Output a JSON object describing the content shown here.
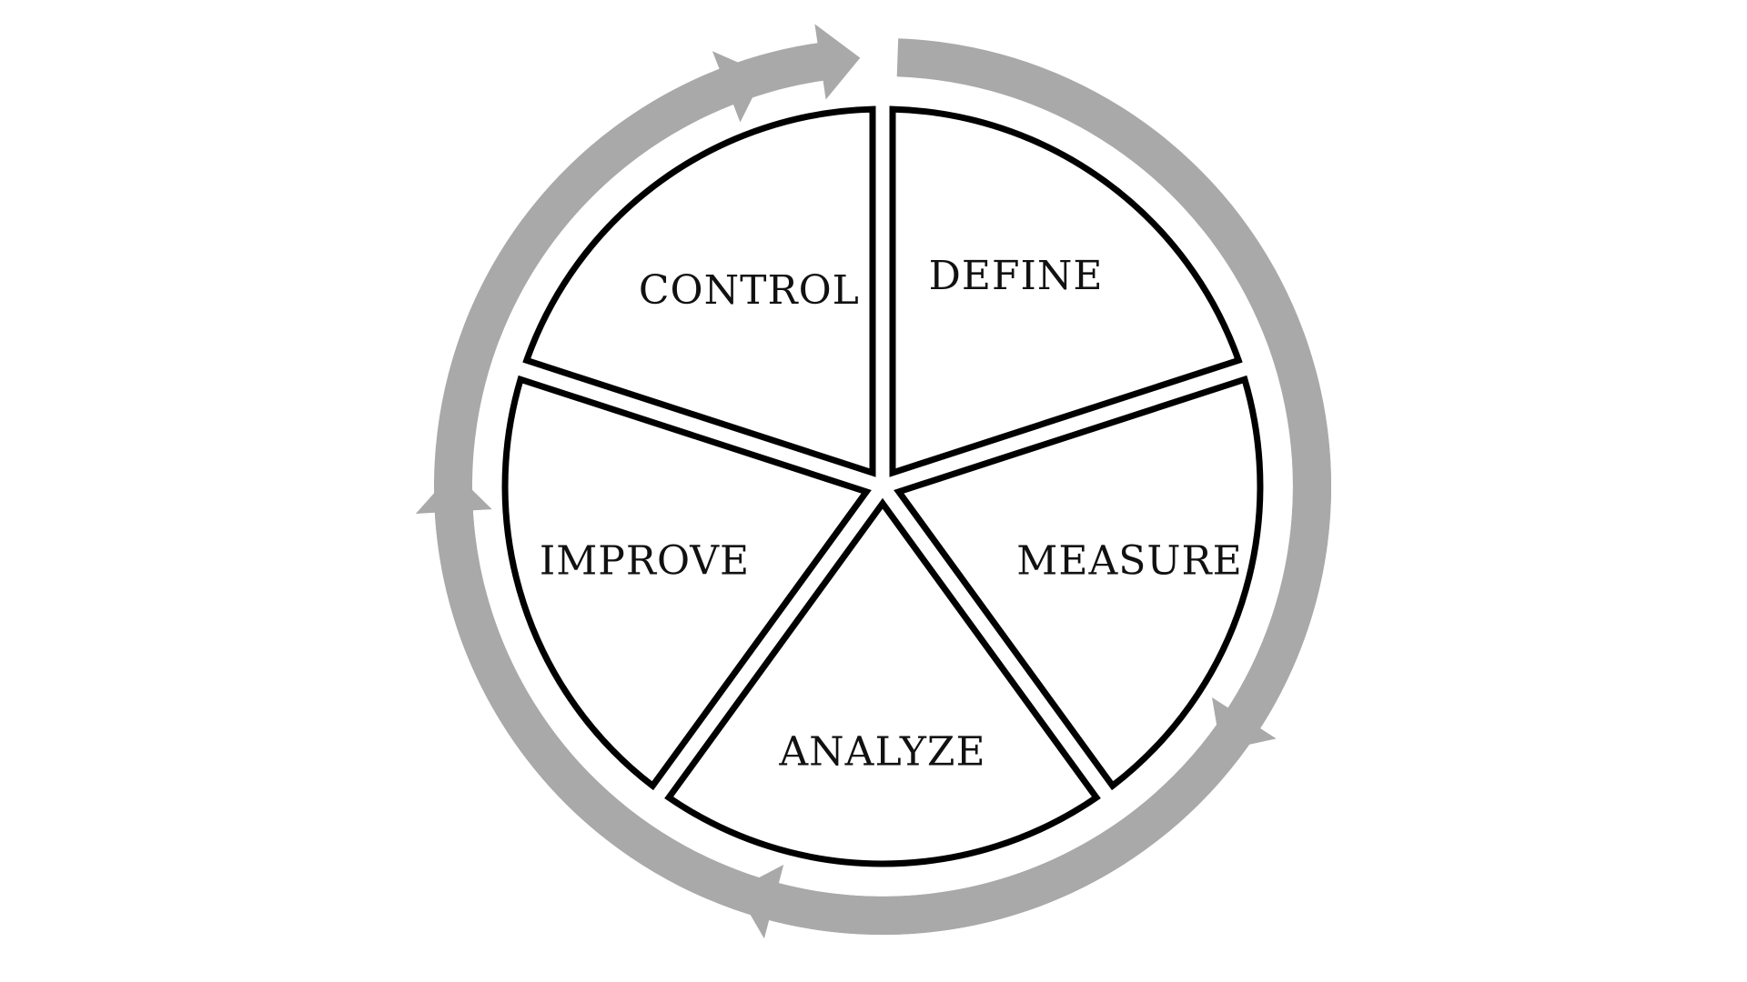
{
  "diagram": {
    "type": "cycle",
    "colors": {
      "arrow": "#a9a9a9",
      "segment_fill": "#ffffff",
      "segment_stroke": "#000000",
      "text": "#111111"
    },
    "segments": [
      {
        "id": "define",
        "label": "DEFINE"
      },
      {
        "id": "measure",
        "label": "MEASURE"
      },
      {
        "id": "analyze",
        "label": "ANALYZE"
      },
      {
        "id": "improve",
        "label": "IMPROVE"
      },
      {
        "id": "control",
        "label": "CONTROL"
      }
    ],
    "flow": [
      "DEFINE",
      "MEASURE",
      "ANALYZE",
      "IMPROVE",
      "CONTROL",
      "DEFINE"
    ]
  }
}
